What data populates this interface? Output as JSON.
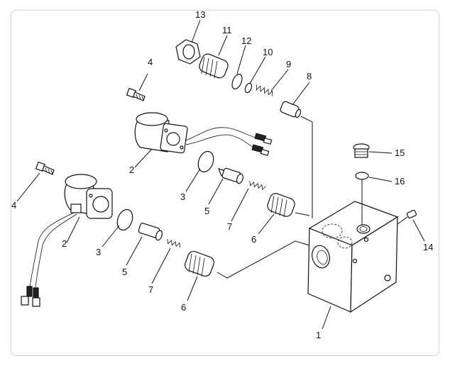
{
  "diagram": {
    "callouts": [
      {
        "id": "c1",
        "label": "1"
      },
      {
        "id": "c2a",
        "label": "2"
      },
      {
        "id": "c2b",
        "label": "2"
      },
      {
        "id": "c3a",
        "label": "3"
      },
      {
        "id": "c3b",
        "label": "3"
      },
      {
        "id": "c4a",
        "label": "4"
      },
      {
        "id": "c4b",
        "label": "4"
      },
      {
        "id": "c5a",
        "label": "5"
      },
      {
        "id": "c5b",
        "label": "5"
      },
      {
        "id": "c6a",
        "label": "6"
      },
      {
        "id": "c6b",
        "label": "6"
      },
      {
        "id": "c7a",
        "label": "7"
      },
      {
        "id": "c7b",
        "label": "7"
      },
      {
        "id": "c8",
        "label": "8"
      },
      {
        "id": "c9",
        "label": "9"
      },
      {
        "id": "c10",
        "label": "10"
      },
      {
        "id": "c11",
        "label": "11"
      },
      {
        "id": "c12",
        "label": "12"
      },
      {
        "id": "c13",
        "label": "13"
      },
      {
        "id": "c14",
        "label": "14"
      },
      {
        "id": "c15",
        "label": "15"
      },
      {
        "id": "c16",
        "label": "16"
      }
    ]
  }
}
